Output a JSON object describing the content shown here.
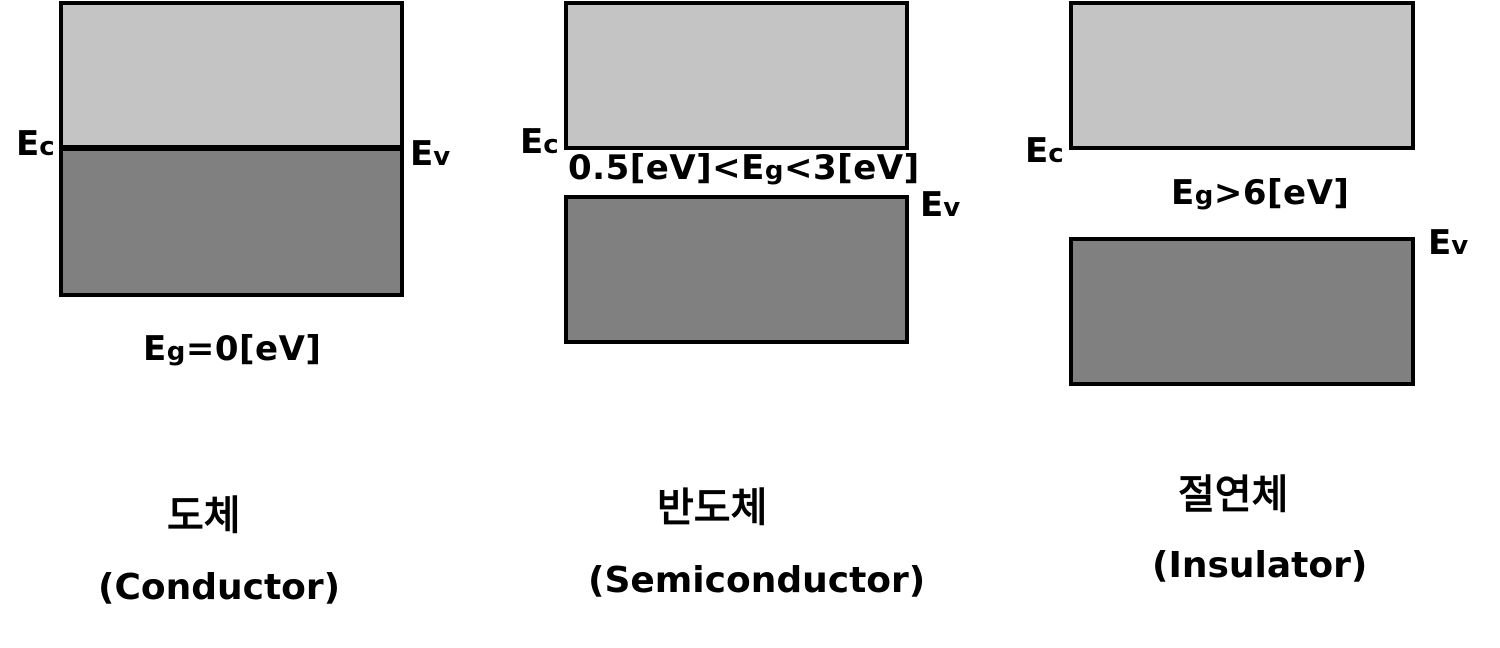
{
  "colors": {
    "conduction_band": "#c4c4c4",
    "valence_band": "#808080",
    "border": "#000000"
  },
  "diagrams": [
    {
      "ec_main": "E",
      "ec_sub": "c",
      "ev_main": "E",
      "ev_sub": "v",
      "gap_prefix": "",
      "gap_main": "E",
      "gap_sub": "g",
      "gap_suffix": "=0[eV]",
      "korean": "도체",
      "english": "(Conductor)"
    },
    {
      "ec_main": "E",
      "ec_sub": "c",
      "ev_main": "E",
      "ev_sub": "v",
      "gap_prefix": "0.5[eV]<",
      "gap_main": "E",
      "gap_sub": "g",
      "gap_suffix": "<3[eV]",
      "korean": "반도체",
      "english": "(Semiconductor)"
    },
    {
      "ec_main": "E",
      "ec_sub": "c",
      "ev_main": "E",
      "ev_sub": "v",
      "gap_prefix": "",
      "gap_main": "E",
      "gap_sub": "g",
      "gap_suffix": ">6[eV]",
      "korean": "절연체",
      "english": "(Insulator)"
    }
  ]
}
